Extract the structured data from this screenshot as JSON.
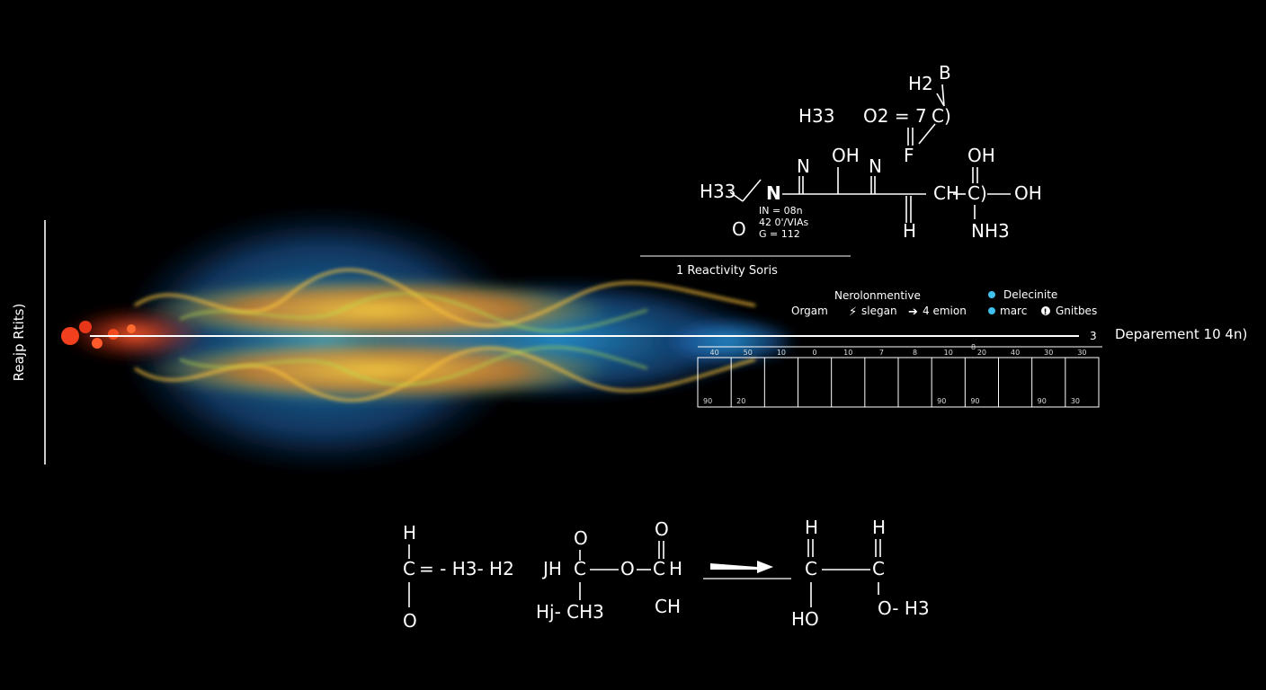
{
  "colors": {
    "background": "#000000",
    "wave_hot": "#ff3b1f",
    "wave_warm": "#f6a21c",
    "wave_mid": "#b8e04a",
    "wave_cool": "#2aa3e6",
    "wave_edge": "#1b5fa8",
    "legend_dot": "#3fc0ef"
  },
  "y_axis_label": "Reajp Rtits)",
  "series_title": "1  Reactivity Soris",
  "baseline_end_value": "3",
  "right_label": "Deparement 10  4n)",
  "legend": {
    "group_title": "Nerolonmentive",
    "items": [
      {
        "label": "Orgam",
        "icon": "none"
      },
      {
        "label": "slegan",
        "icon": "bolt-icon"
      },
      {
        "label": "4 emion",
        "icon": "arrow-right-icon"
      }
    ],
    "right_items": [
      {
        "label": "Delecinite",
        "icon": "dot-icon"
      },
      {
        "label": "marc",
        "icon": "dot-icon"
      },
      {
        "label": "Gnitbes",
        "icon": "alert-icon"
      }
    ]
  },
  "grid_header": [
    "40",
    "50",
    "10",
    "0",
    "10",
    "7",
    "8",
    "10",
    "20",
    "40",
    "30",
    "30"
  ],
  "grid_header_extra": "8",
  "grid_footer": [
    "90",
    "20",
    "90",
    "90",
    "90",
    "30"
  ],
  "top_molecule": {
    "h2": "H2",
    "b": "B",
    "h3_left": "H33",
    "o2_eq": "O2 = 7",
    "c_circ": "C)",
    "f": "F",
    "n_left": "N",
    "oh_top": "OH",
    "n_mid": "N",
    "oh_right_top": "OH",
    "h3_mid": "H33",
    "n_bold": "N",
    "ch_chain": "CH",
    "c_right": "C)",
    "oh_right": "OH",
    "o_ring": "O",
    "h_under": "H",
    "nh3": "NH3",
    "note1": "IN = 08n",
    "note2": "42 0'/VIAs",
    "note3": "G = 112"
  },
  "reaction": {
    "r1_h": "H",
    "r1_c": "C",
    "r1_rest": "= - H3- H2",
    "r1_o": "O",
    "r2_jh": "JH",
    "r2_c": "C",
    "r2_o_top": "O",
    "r2_o_mid": "O",
    "r2_c2": "C",
    "r2_h": "H",
    "r2_o_right": "O",
    "r2_sub": "Hj- CH3",
    "r2_ch": "CH",
    "p_h1": "H",
    "p_c1": "C",
    "p_h2": "H",
    "p_c2": "C",
    "p_ho": "HO",
    "p_oh3": "O- H3"
  }
}
